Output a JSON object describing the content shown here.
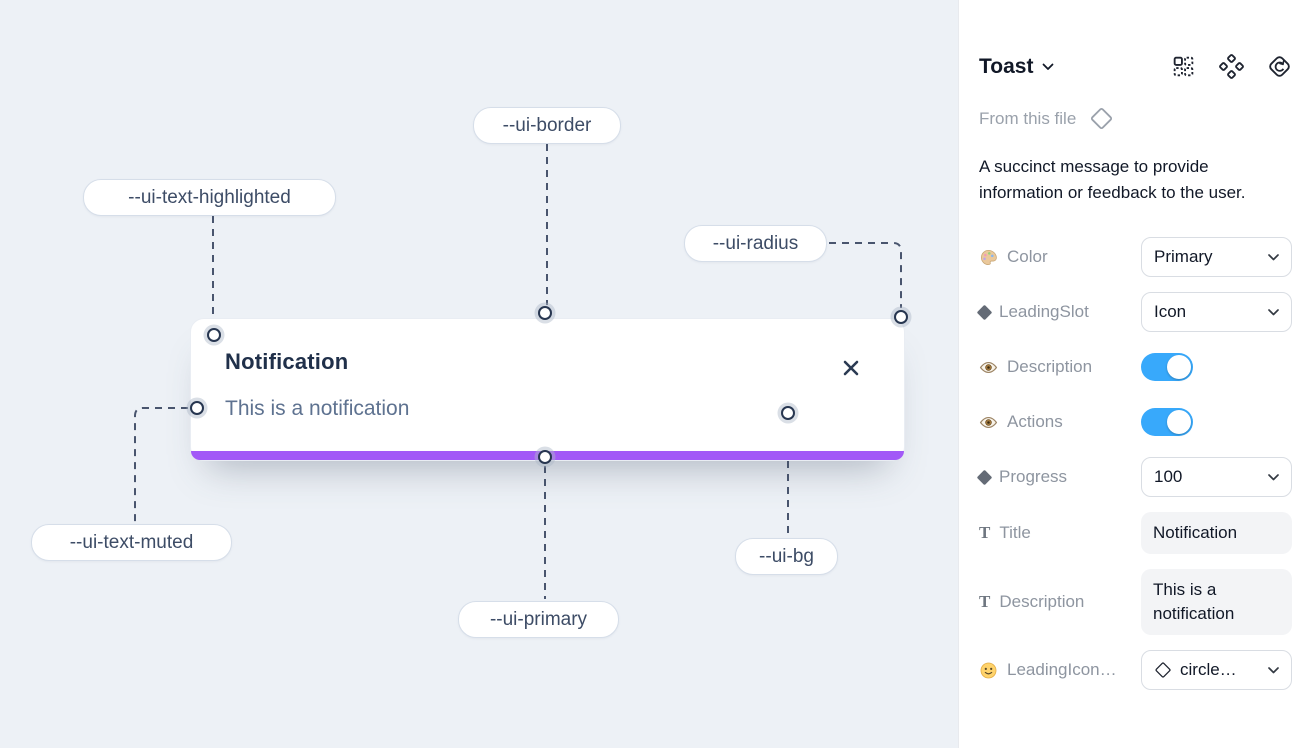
{
  "canvas": {
    "toast": {
      "title": "Notification",
      "description": "This is a notification"
    },
    "labels": [
      {
        "id": "ui-border",
        "text": "--ui-border"
      },
      {
        "id": "ui-text-highlighted",
        "text": "--ui-text-highlighted"
      },
      {
        "id": "ui-radius",
        "text": "--ui-radius"
      },
      {
        "id": "ui-text-muted",
        "text": "--ui-text-muted"
      },
      {
        "id": "ui-primary",
        "text": "--ui-primary"
      },
      {
        "id": "ui-bg",
        "text": "--ui-bg"
      }
    ],
    "colors": {
      "primary": "#a259f7",
      "toggle_on": "#38a9fb",
      "canvas_bg": "#edf1f6",
      "wire": "#49556e"
    }
  },
  "panel": {
    "title": "Toast",
    "source_label": "From this file",
    "source_icon": "diamond-outline-icon",
    "description": "A succinct message to provide information or feedback to the user.",
    "header_icons": [
      "instance-grid-icon",
      "component-icon",
      "swap-instance-icon"
    ],
    "rows": [
      {
        "icon": "palette-icon",
        "label": "Color",
        "control": "select",
        "value": "Primary"
      },
      {
        "icon": "diamond-icon",
        "label": "LeadingSlot",
        "control": "select",
        "value": "Icon"
      },
      {
        "icon": "eye-icon",
        "label": "Description",
        "control": "toggle",
        "value": "on"
      },
      {
        "icon": "eye-icon",
        "label": "Actions",
        "control": "toggle",
        "value": "on"
      },
      {
        "icon": "diamond-icon",
        "label": "Progress",
        "control": "select",
        "value": "100"
      },
      {
        "icon": "text-icon",
        "label": "Title",
        "control": "text",
        "value": "Notification"
      },
      {
        "icon": "text-icon",
        "label": "Description",
        "control": "text",
        "value": "This is a notification"
      },
      {
        "icon": "smiley-icon",
        "label": "LeadingIcon…",
        "control": "select",
        "value": "circle…",
        "value_icon": "diamond-outline-icon"
      }
    ]
  }
}
